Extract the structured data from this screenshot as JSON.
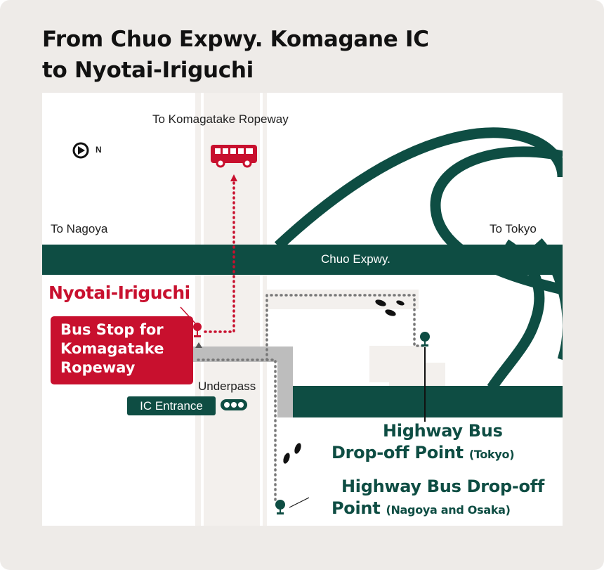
{
  "title": {
    "line1": "From Chuo Expwy. Komagane IC",
    "line2": "to Nyotai-Iriguchi"
  },
  "map": {
    "north_label": "N",
    "ropeway_label": "To Komagatake Ropeway",
    "nagoya_label": "To Nagoya",
    "tokyo_label": "To Tokyo",
    "expwy_label": "Chuo Expwy.",
    "stop_name": "Nyotai-Iriguchi",
    "stop_box": [
      "Bus Stop for",
      "Komagatake",
      "Ropeway"
    ],
    "underpass_label": "Underpass",
    "ic_entrance_label": "IC Entrance",
    "highway_tokyo": {
      "line1": "Highway Bus",
      "line2": "Drop-off Point",
      "sub": "(Tokyo)"
    },
    "highway_nagoya": {
      "line1": "Highway Bus Drop-off",
      "line2": "Point",
      "sub": "(Nagoya and Osaka)"
    }
  },
  "colors": {
    "road_green": "#0e4d43",
    "accent_red": "#c8102e",
    "path_gray": "#bdbdbd",
    "background": "#eeebe8"
  },
  "icons": [
    "north-arrow-icon",
    "bus-icon",
    "bus-stop-icon",
    "footprints-icon",
    "traffic-signal-icon"
  ]
}
